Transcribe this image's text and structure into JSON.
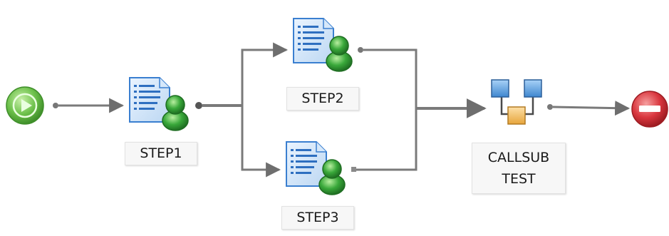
{
  "nodes": {
    "start": {
      "kind": "start"
    },
    "step1": {
      "label": "STEP1",
      "kind": "task"
    },
    "step2": {
      "label": "STEP2",
      "kind": "task"
    },
    "step3": {
      "label": "STEP3",
      "kind": "task"
    },
    "callsub": {
      "label_line1": "CALLSUB",
      "label_line2": "TEST",
      "kind": "call-subprocess"
    },
    "end": {
      "kind": "end"
    }
  },
  "edges": [
    {
      "from": "start",
      "to": "step1"
    },
    {
      "from": "step1",
      "to": "step2"
    },
    {
      "from": "step1",
      "to": "step3"
    },
    {
      "from": "step2",
      "to": "callsub"
    },
    {
      "from": "step3",
      "to": "callsub"
    },
    {
      "from": "callsub",
      "to": "end"
    }
  ],
  "colors": {
    "connector": "#7a7a7a",
    "start_fill": "#6cc04a",
    "end_fill": "#d9363e",
    "doc_blue": "#3a7fd0",
    "person_green": "#39a83a",
    "callsub_box": "#6aa9e6",
    "callsub_center": "#f1b24a"
  },
  "icons": {
    "start": "play-circle-icon",
    "end": "stop-sign-icon",
    "task": "document-with-user-icon",
    "call": "subprocess-icon"
  }
}
